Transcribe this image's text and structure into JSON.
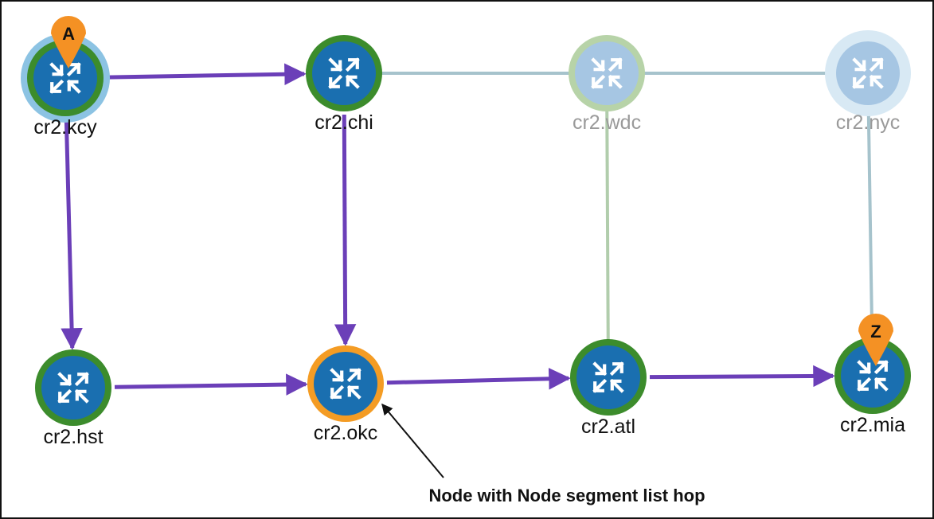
{
  "colors": {
    "path_link": "#6b3fb8",
    "inactive_link": "#a9c8a3",
    "inactive_link_blue": "#9cbdc6",
    "router_fill": "#1a6fb0",
    "router_fill_faded": "#a6c6e3",
    "ring_green": "#3c8c2c",
    "ring_green_faded": "#b7d3a8",
    "ring_orange": "#f49c24",
    "halo_blue": "#8cc3e3",
    "halo_faded": "#d8e9f4",
    "marker_orange": "#f49124",
    "label_active": "#111111",
    "label_faded": "#9a9a9a"
  },
  "nodes": [
    {
      "id": "kcy",
      "label": "cr2.kcy",
      "state": "source",
      "icon": "router-icon"
    },
    {
      "id": "chi",
      "label": "cr2.chi",
      "state": "active",
      "icon": "router-icon"
    },
    {
      "id": "wdc",
      "label": "cr2.wdc",
      "state": "faded",
      "icon": "router-icon"
    },
    {
      "id": "nyc",
      "label": "cr2.nyc",
      "state": "faded",
      "icon": "router-icon"
    },
    {
      "id": "hst",
      "label": "cr2.hst",
      "state": "active",
      "icon": "router-icon"
    },
    {
      "id": "okc",
      "label": "cr2.okc",
      "state": "segment-hop",
      "icon": "router-icon"
    },
    {
      "id": "atl",
      "label": "cr2.atl",
      "state": "active",
      "icon": "router-icon"
    },
    {
      "id": "mia",
      "label": "cr2.mia",
      "state": "destination",
      "icon": "router-icon"
    }
  ],
  "links": [
    {
      "from": "kcy",
      "to": "chi",
      "kind": "path"
    },
    {
      "from": "kcy",
      "to": "hst",
      "kind": "path"
    },
    {
      "from": "chi",
      "to": "okc",
      "kind": "path"
    },
    {
      "from": "hst",
      "to": "okc",
      "kind": "path"
    },
    {
      "from": "okc",
      "to": "atl",
      "kind": "path"
    },
    {
      "from": "atl",
      "to": "mia",
      "kind": "path"
    },
    {
      "from": "chi",
      "to": "wdc",
      "kind": "inactive"
    },
    {
      "from": "wdc",
      "to": "nyc",
      "kind": "inactive"
    },
    {
      "from": "wdc",
      "to": "atl",
      "kind": "inactive"
    },
    {
      "from": "nyc",
      "to": "mia",
      "kind": "inactive"
    }
  ],
  "markers": [
    {
      "node": "kcy",
      "text": "A"
    },
    {
      "node": "mia",
      "text": "Z"
    }
  ],
  "annotation": {
    "text": "Node with Node segment list hop",
    "target": "okc"
  }
}
